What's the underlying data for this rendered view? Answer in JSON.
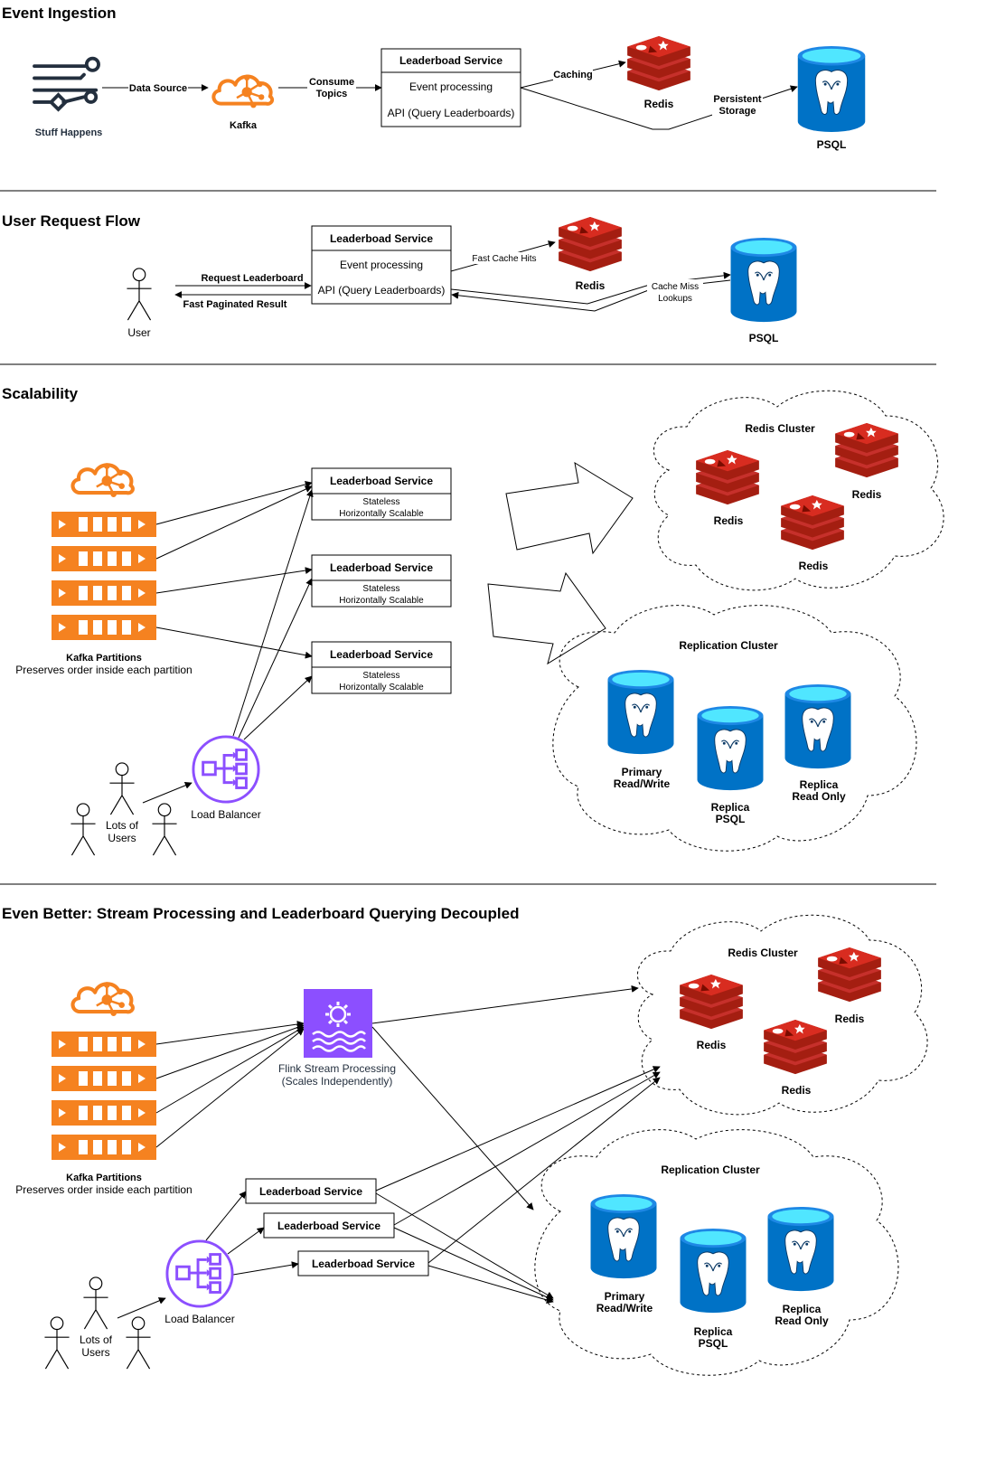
{
  "sections": {
    "ingestion": {
      "title": "Event Ingestion",
      "stuff_happens": "Stuff Happens",
      "kafka": "Kafka",
      "edge_data_source": "Data Source",
      "edge_consume_1": "Consume",
      "edge_consume_2": "Topics",
      "service_title": "Leaderboad Service",
      "service_line1": "Event processing",
      "service_line2": "API (Query Leaderboards)",
      "edge_caching": "Caching",
      "redis": "Redis",
      "edge_persistent_1": "Persistent",
      "edge_persistent_2": "Storage",
      "psql": "PSQL"
    },
    "user_flow": {
      "title": "User Request Flow",
      "user": "User",
      "edge_request": "Request Leaderboard",
      "edge_result": "Fast Paginated Result",
      "service_title": "Leaderboad Service",
      "service_line1": "Event processing",
      "service_line2": "API (Query Leaderboards)",
      "edge_fast_cache": "Fast Cache Hits",
      "redis": "Redis",
      "edge_cache_miss_1": "Cache Miss",
      "edge_cache_miss_2": "Lookups",
      "psql": "PSQL"
    },
    "scalability": {
      "title": "Scalability",
      "kafka_partitions": "Kafka Partitions",
      "kafka_partitions_note": "Preserves order inside each partition",
      "services": [
        {
          "title": "Leaderboad Service",
          "line1": "Stateless",
          "line2": "Horizontally Scalable"
        },
        {
          "title": "Leaderboad Service",
          "line1": "Stateless",
          "line2": "Horizontally Scalable"
        },
        {
          "title": "Leaderboad Service",
          "line1": "Stateless",
          "line2": "Horizontally Scalable"
        }
      ],
      "load_balancer": "Load Balancer",
      "users_1": "Lots of",
      "users_2": "Users",
      "redis_cluster": "Redis Cluster",
      "redis": "Redis",
      "replication_cluster": "Replication Cluster",
      "primary_1": "Primary",
      "primary_2": "Read/Write",
      "replica_psql_1": "Replica",
      "replica_psql_2": "PSQL",
      "replica_ro_1": "Replica",
      "replica_ro_2": "Read Only"
    },
    "decoupled": {
      "title": "Even Better: Stream Processing and Leaderboard Querying Decoupled",
      "kafka_partitions": "Kafka Partitions",
      "kafka_partitions_note": "Preserves order inside each partition",
      "flink_1": "Flink Stream Processing",
      "flink_2": "(Scales Independently)",
      "services": [
        "Leaderboad Service",
        "Leaderboad Service",
        "Leaderboad Service"
      ],
      "load_balancer": "Load Balancer",
      "users_1": "Lots of",
      "users_2": "Users",
      "redis_cluster": "Redis Cluster",
      "redis": "Redis",
      "replication_cluster": "Replication Cluster",
      "primary_1": "Primary",
      "primary_2": "Read/Write",
      "replica_psql_1": "Replica",
      "replica_psql_2": "PSQL",
      "replica_ro_1": "Replica",
      "replica_ro_2": "Read Only"
    }
  },
  "colors": {
    "kafka_orange": "#F58220",
    "redis_red": "#C6302B",
    "psql_blue": "#0072C6",
    "psql_top": "#50E6FF",
    "load_balancer_purple": "#8C4FFF",
    "flink_purple": "#8C4FFF",
    "stuff_happens_navy": "#232F3E"
  }
}
